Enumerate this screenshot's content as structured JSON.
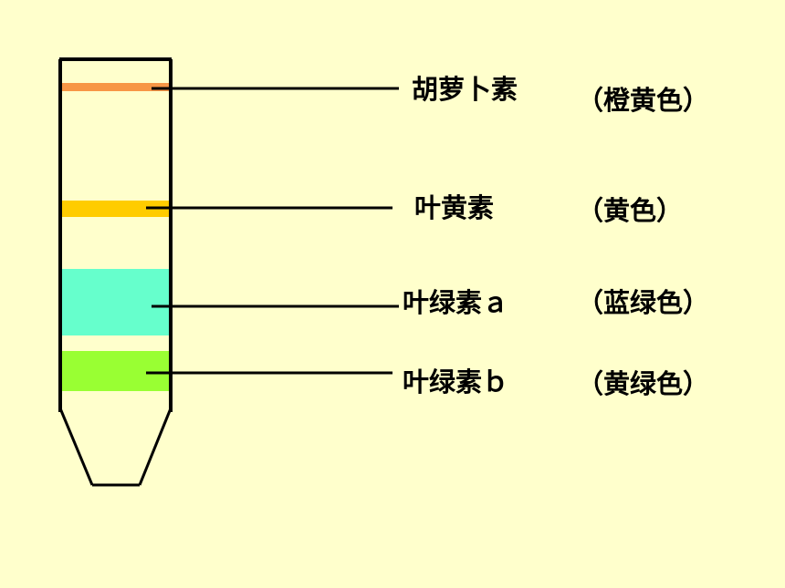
{
  "background_color": "#FFFFCC",
  "tube": {
    "stroke_color": "#000000"
  },
  "bands": [
    {
      "name": "胡萝卜素",
      "color_label": "（橙黄色）",
      "fill": "#F79646"
    },
    {
      "name": "叶黄素",
      "color_label": "（黄色）",
      "fill": "#FFCC00"
    },
    {
      "name": "叶绿素ａ",
      "color_label": "（蓝绿色）",
      "fill": "#66FFCC"
    },
    {
      "name": "叶绿素ｂ",
      "color_label": "（黄绿色）",
      "fill": "#99FF33"
    }
  ]
}
